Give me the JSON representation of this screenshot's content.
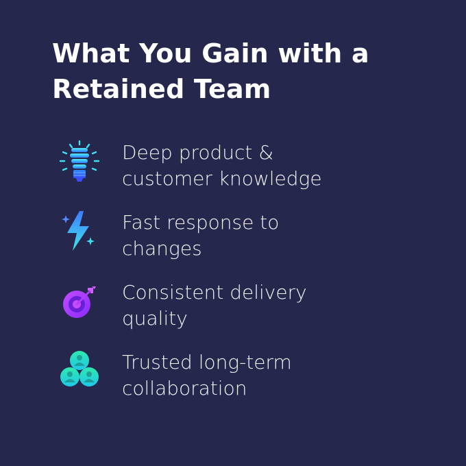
{
  "title": {
    "line1": "What You Gain with a",
    "line2": "Retained Team"
  },
  "features": [
    {
      "icon": "lightbulb-icon",
      "line1": "Deep product &",
      "line2": "customer knowledge"
    },
    {
      "icon": "lightning-bolt-icon",
      "line1": "Fast response to",
      "line2": "changes"
    },
    {
      "icon": "target-dart-icon",
      "line1": "Consistent delivery",
      "line2": "quality"
    },
    {
      "icon": "team-people-icon",
      "line1": "Trusted long-term",
      "line2": "collaboration"
    }
  ],
  "colors": {
    "background": "#25274c",
    "text": "#ffffff",
    "cyan_accent": "#3fe0f5",
    "blue_accent": "#2f6bff",
    "purple_accent": "#b43cff",
    "green_accent": "#22e6a0"
  }
}
